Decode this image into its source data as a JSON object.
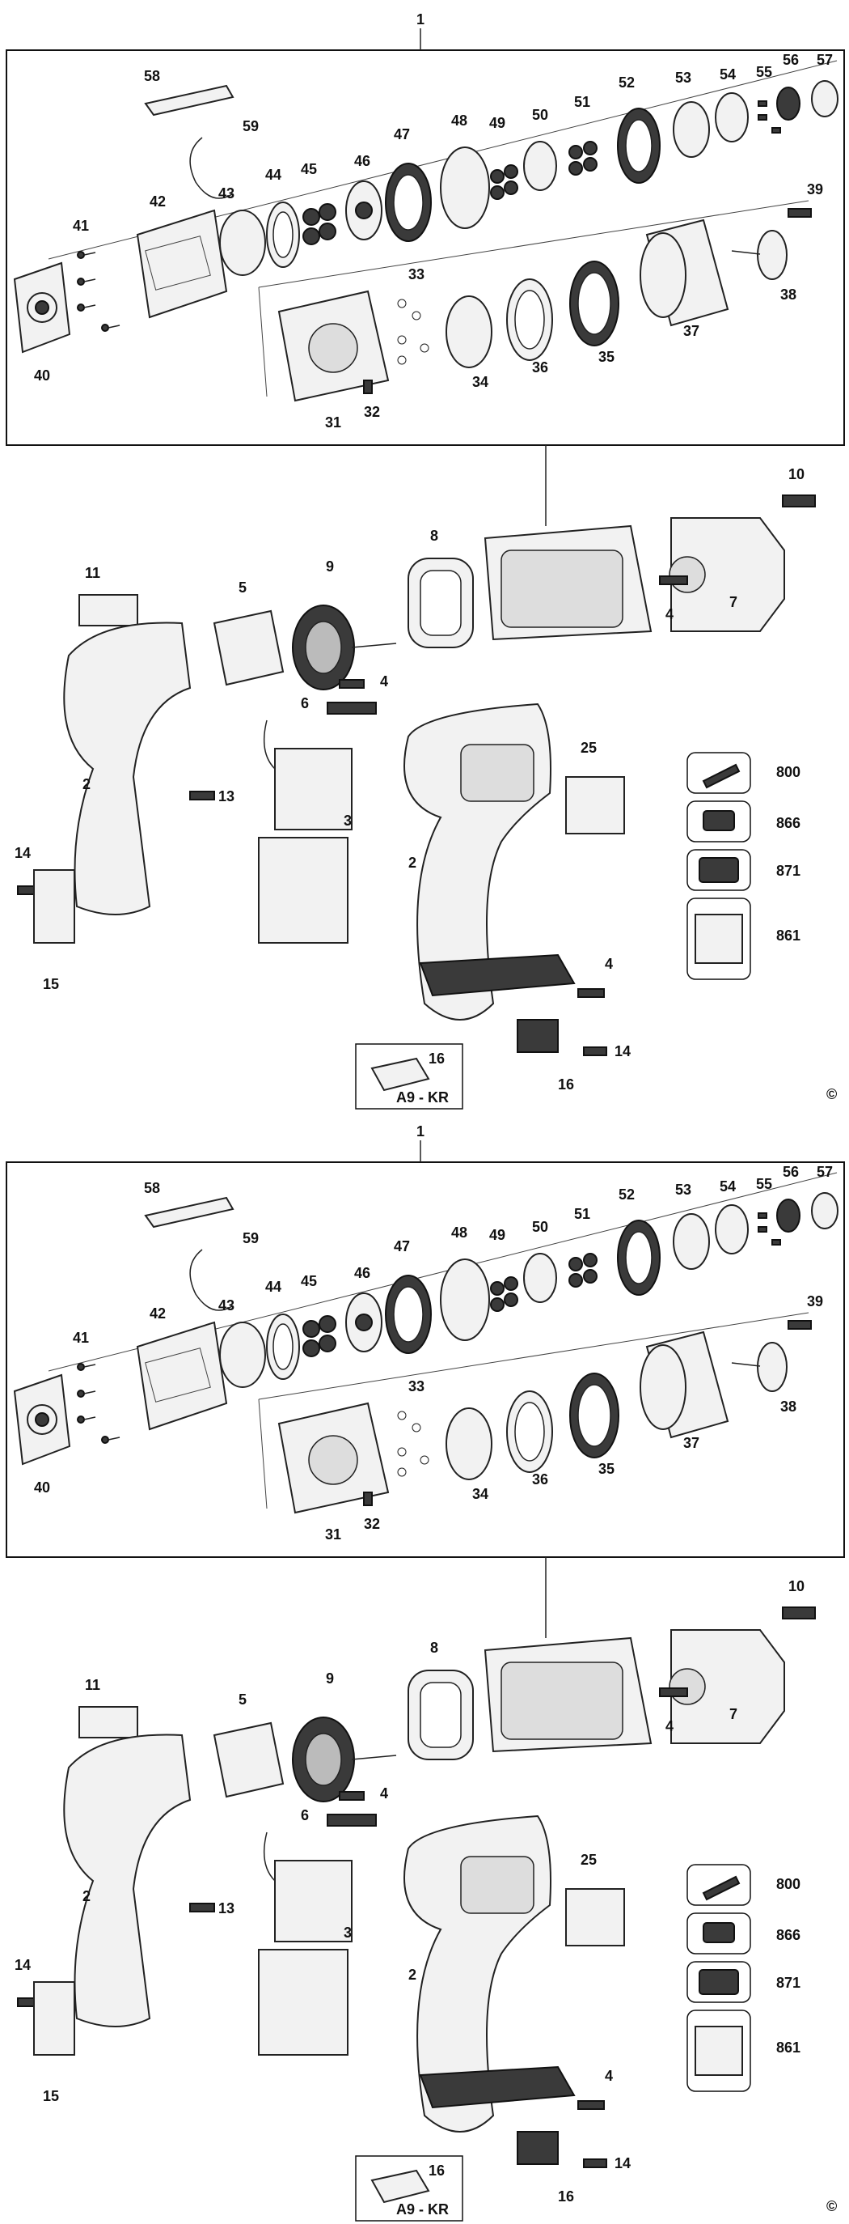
{
  "copyright_symbol": "©",
  "inset_code": "A9 - KR",
  "labels": [
    "1",
    "2",
    "3",
    "4",
    "5",
    "6",
    "7",
    "8",
    "9",
    "10",
    "11",
    "13",
    "14",
    "15",
    "16",
    "25",
    "31",
    "32",
    "33",
    "34",
    "35",
    "36",
    "37",
    "38",
    "39",
    "40",
    "41",
    "42",
    "43",
    "44",
    "45",
    "46",
    "47",
    "48",
    "49",
    "50",
    "51",
    "52",
    "53",
    "54",
    "55",
    "56",
    "57",
    "58",
    "59",
    "800",
    "861",
    "866",
    "871"
  ]
}
